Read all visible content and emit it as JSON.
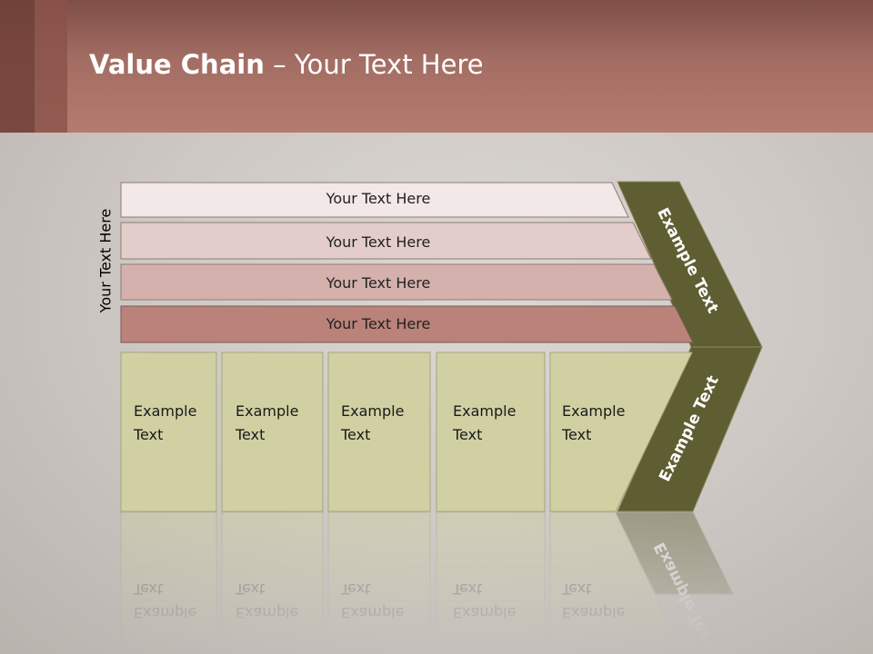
{
  "slide": {
    "title_bold": "Value Chain",
    "title_rest": " – Your Text Here",
    "side_label": "Your Text Here"
  },
  "rows": [
    {
      "label": "Your Text Here",
      "color": "#f1e8e7"
    },
    {
      "label": "Your Text Here",
      "color": "#e3cdca"
    },
    {
      "label": "Your Text Here",
      "color": "#d4b1ac"
    },
    {
      "label": "Your Text Here",
      "color": "#ba8279"
    }
  ],
  "columns": [
    {
      "line1": "Example",
      "line2": "Text"
    },
    {
      "line1": "Example",
      "line2": "Text"
    },
    {
      "line1": "Example",
      "line2": "Text"
    },
    {
      "line1": "Example",
      "line2": "Text"
    },
    {
      "line1": "Example",
      "line2": "Text"
    }
  ],
  "chevron": {
    "upper_label": "Example Text",
    "lower_label": "Example Text",
    "color": "#5f5e32"
  },
  "colors": {
    "column_fill": "#d0d0a2",
    "column_stroke": "#a6a67c"
  }
}
